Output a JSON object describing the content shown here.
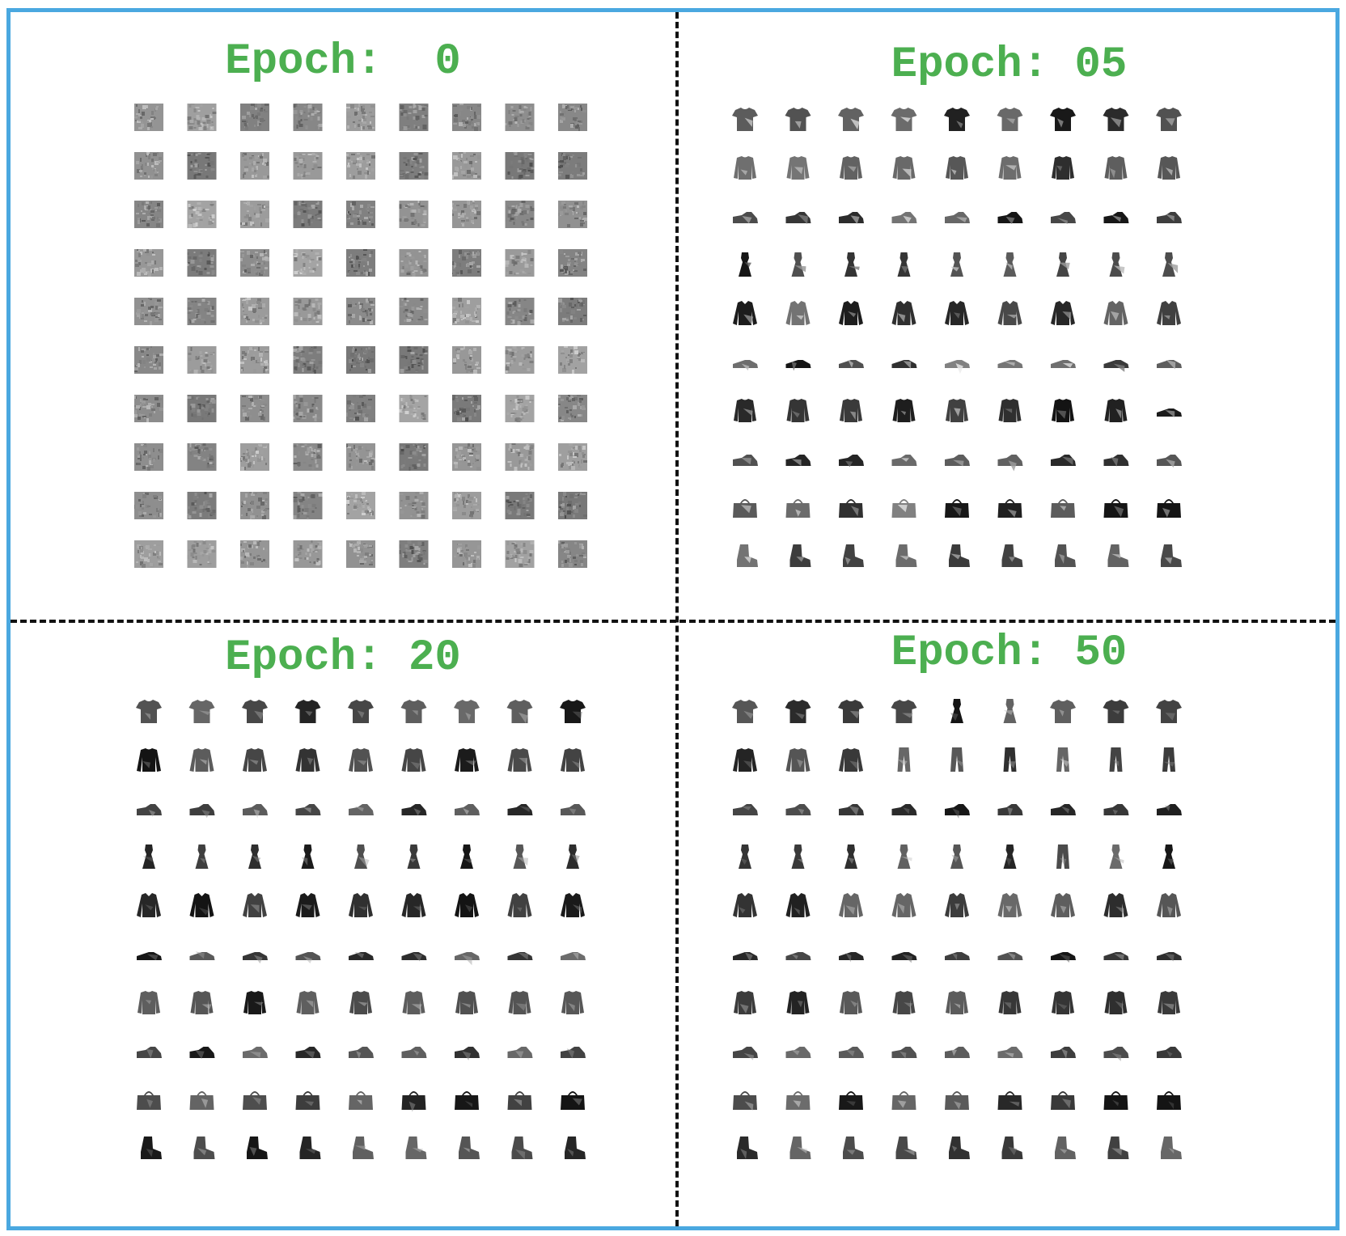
{
  "colors": {
    "border": "#4aa8e0",
    "title": "#4caf50",
    "divider": "#111111"
  },
  "panels": [
    {
      "title": "Epoch:  0",
      "sample_kind": "noise",
      "samples": [
        [
          "noise",
          "noise",
          "noise",
          "noise",
          "noise",
          "noise",
          "noise",
          "noise",
          "noise"
        ],
        [
          "noise",
          "noise",
          "noise",
          "noise",
          "noise",
          "noise",
          "noise",
          "noise",
          "noise"
        ],
        [
          "noise",
          "noise",
          "noise",
          "noise",
          "noise",
          "noise",
          "noise",
          "noise",
          "noise"
        ],
        [
          "noise",
          "noise",
          "noise",
          "noise",
          "noise",
          "noise",
          "noise",
          "noise",
          "noise"
        ],
        [
          "noise",
          "noise",
          "noise",
          "noise",
          "noise",
          "noise",
          "noise",
          "noise",
          "noise"
        ],
        [
          "noise",
          "noise",
          "noise",
          "noise",
          "noise",
          "noise",
          "noise",
          "noise",
          "noise"
        ],
        [
          "noise",
          "noise",
          "noise",
          "noise",
          "noise",
          "noise",
          "noise",
          "noise",
          "noise"
        ],
        [
          "noise",
          "noise",
          "noise",
          "noise",
          "noise",
          "noise",
          "noise",
          "noise",
          "noise"
        ],
        [
          "noise",
          "noise",
          "noise",
          "noise",
          "noise",
          "noise",
          "noise",
          "noise",
          "noise"
        ],
        [
          "noise",
          "noise",
          "noise",
          "noise",
          "noise",
          "noise",
          "noise",
          "noise",
          "noise"
        ]
      ]
    },
    {
      "title": "Epoch: 05",
      "sample_kind": "clothing",
      "samples": [
        [
          "tshirt",
          "tshirt",
          "tshirt",
          "tshirt",
          "tshirt",
          "tshirt",
          "tshirt",
          "tshirt",
          "tshirt"
        ],
        [
          "shirt",
          "shirt",
          "shirt",
          "shirt",
          "shirt",
          "shirt",
          "shirt",
          "shirt",
          "shirt"
        ],
        [
          "sneaker",
          "sneaker",
          "sneaker",
          "sneaker",
          "sneaker",
          "sneaker",
          "sneaker",
          "sneaker",
          "sneaker"
        ],
        [
          "dress",
          "dress",
          "dress",
          "dress",
          "dress",
          "dress",
          "dress",
          "dress",
          "dress"
        ],
        [
          "coat",
          "coat",
          "coat",
          "coat",
          "coat",
          "coat",
          "coat",
          "coat",
          "coat"
        ],
        [
          "sandal",
          "sandal",
          "sandal",
          "sandal",
          "sandal",
          "sandal",
          "sandal",
          "sandal",
          "sandal"
        ],
        [
          "shirt",
          "shirt",
          "shirt",
          "shirt",
          "shirt",
          "shirt",
          "shirt",
          "shirt",
          "sandal"
        ],
        [
          "sneaker",
          "sneaker",
          "sneaker",
          "sneaker",
          "sneaker",
          "sneaker",
          "sneaker",
          "sneaker",
          "sneaker"
        ],
        [
          "bag",
          "bag",
          "bag",
          "bag",
          "bag",
          "bag",
          "bag",
          "bag",
          "bag"
        ],
        [
          "boot",
          "boot",
          "boot",
          "boot",
          "boot",
          "boot",
          "boot",
          "boot",
          "boot"
        ]
      ]
    },
    {
      "title": "Epoch: 20",
      "sample_kind": "clothing",
      "samples": [
        [
          "tshirt",
          "tshirt",
          "tshirt",
          "tshirt",
          "tshirt",
          "tshirt",
          "tshirt",
          "tshirt",
          "tshirt"
        ],
        [
          "pullover",
          "pullover",
          "pullover",
          "pullover",
          "pullover",
          "pullover",
          "pullover",
          "pullover",
          "pullover"
        ],
        [
          "sneaker",
          "sneaker",
          "sneaker",
          "sneaker",
          "sneaker",
          "sneaker",
          "sneaker",
          "sneaker",
          "sneaker"
        ],
        [
          "dress",
          "dress",
          "dress",
          "dress",
          "dress",
          "dress",
          "dress",
          "dress",
          "dress"
        ],
        [
          "coat",
          "coat",
          "coat",
          "coat",
          "coat",
          "coat",
          "coat",
          "coat",
          "coat"
        ],
        [
          "sandal",
          "sandal",
          "sandal",
          "sandal",
          "sandal",
          "sandal",
          "sandal",
          "sandal",
          "sandal"
        ],
        [
          "shirt",
          "shirt",
          "shirt",
          "shirt",
          "shirt",
          "shirt",
          "shirt",
          "shirt",
          "shirt"
        ],
        [
          "sneaker",
          "sneaker",
          "sneaker",
          "sneaker",
          "sneaker",
          "sneaker",
          "sneaker",
          "sneaker",
          "sneaker"
        ],
        [
          "bag",
          "bag",
          "bag",
          "bag",
          "bag",
          "bag",
          "bag",
          "bag",
          "bag"
        ],
        [
          "boot",
          "boot",
          "boot",
          "boot",
          "boot",
          "boot",
          "boot",
          "boot",
          "boot"
        ]
      ]
    },
    {
      "title": "Epoch: 50",
      "sample_kind": "clothing",
      "samples": [
        [
          "tshirt",
          "tshirt",
          "tshirt",
          "tshirt",
          "dress",
          "dress",
          "tshirt",
          "tshirt",
          "tshirt"
        ],
        [
          "pullover",
          "pullover",
          "pullover",
          "trouser",
          "trouser",
          "trouser",
          "trouser",
          "trouser",
          "trouser"
        ],
        [
          "sneaker",
          "sneaker",
          "sneaker",
          "sneaker",
          "sneaker",
          "sneaker",
          "sneaker",
          "sneaker",
          "sneaker"
        ],
        [
          "dress",
          "dress",
          "dress",
          "dress",
          "dress",
          "dress",
          "trouser",
          "dress",
          "dress"
        ],
        [
          "coat",
          "coat",
          "coat",
          "coat",
          "coat",
          "coat",
          "coat",
          "coat",
          "coat"
        ],
        [
          "sandal",
          "sandal",
          "sandal",
          "sandal",
          "sandal",
          "sandal",
          "sandal",
          "sandal",
          "sandal"
        ],
        [
          "shirt",
          "shirt",
          "shirt",
          "shirt",
          "shirt",
          "shirt",
          "shirt",
          "shirt",
          "shirt"
        ],
        [
          "sneaker",
          "sneaker",
          "sneaker",
          "sneaker",
          "sneaker",
          "sneaker",
          "sneaker",
          "sneaker",
          "sneaker"
        ],
        [
          "bag",
          "bag",
          "bag",
          "bag",
          "bag",
          "bag",
          "bag",
          "bag",
          "bag"
        ],
        [
          "boot",
          "boot",
          "boot",
          "boot",
          "boot",
          "boot",
          "boot",
          "boot",
          "boot"
        ]
      ]
    }
  ]
}
